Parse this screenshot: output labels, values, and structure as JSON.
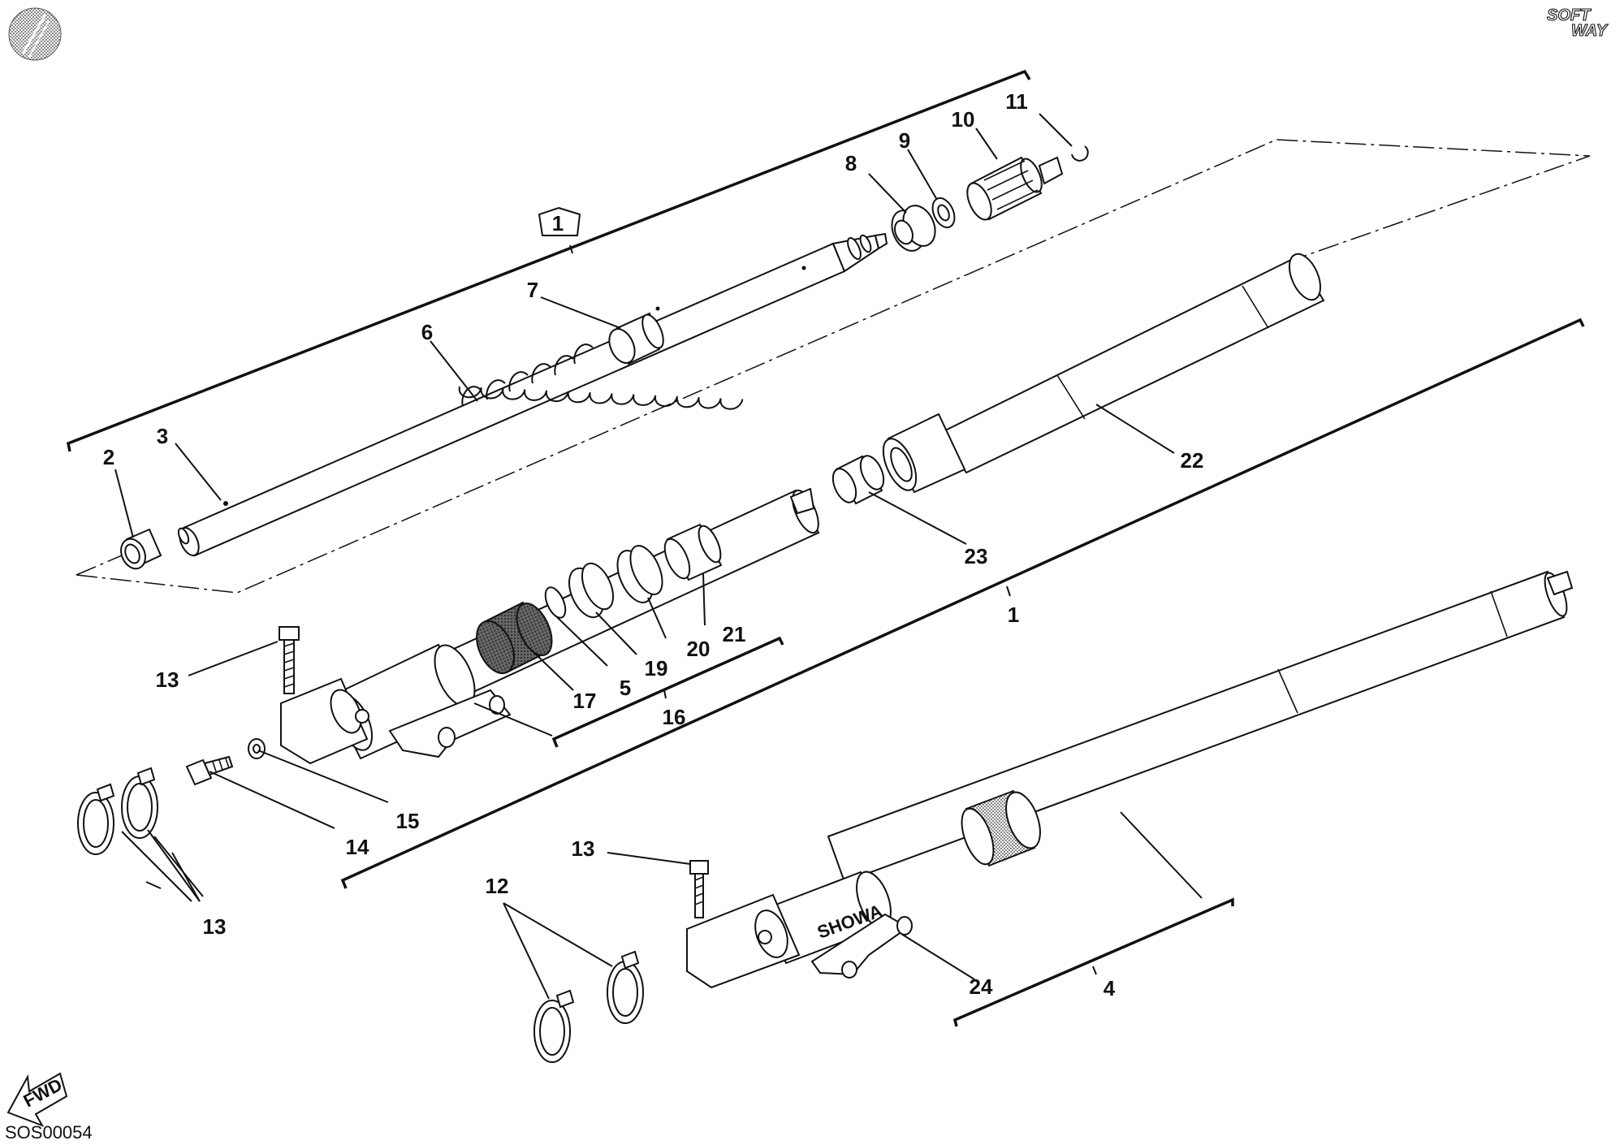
{
  "diagram": {
    "code": "SOS00054",
    "logo_text_top": "SOFT",
    "logo_text_bottom": "WAY",
    "fwd_label": "FWD",
    "brand_on_leg": "SHOWA",
    "assembly_marker": "1",
    "callouts": [
      {
        "id": "c1",
        "text": "1"
      },
      {
        "id": "c2",
        "text": "2"
      },
      {
        "id": "c3",
        "text": "3"
      },
      {
        "id": "c4",
        "text": "4"
      },
      {
        "id": "c5",
        "text": "5"
      },
      {
        "id": "c6",
        "text": "6"
      },
      {
        "id": "c7",
        "text": "7"
      },
      {
        "id": "c8",
        "text": "8"
      },
      {
        "id": "c9",
        "text": "9"
      },
      {
        "id": "c10",
        "text": "10"
      },
      {
        "id": "c11",
        "text": "11"
      },
      {
        "id": "c12",
        "text": "12"
      },
      {
        "id": "c13a",
        "text": "13"
      },
      {
        "id": "c13b",
        "text": "13"
      },
      {
        "id": "c14",
        "text": "14"
      },
      {
        "id": "c15",
        "text": "15"
      },
      {
        "id": "c16",
        "text": "16"
      },
      {
        "id": "c17",
        "text": "17"
      },
      {
        "id": "c18",
        "text": "18"
      },
      {
        "id": "c19",
        "text": "19"
      },
      {
        "id": "c20",
        "text": "20"
      },
      {
        "id": "c21",
        "text": "21"
      },
      {
        "id": "c22",
        "text": "22"
      },
      {
        "id": "c23",
        "text": "23"
      },
      {
        "id": "c24",
        "text": "24"
      }
    ]
  }
}
